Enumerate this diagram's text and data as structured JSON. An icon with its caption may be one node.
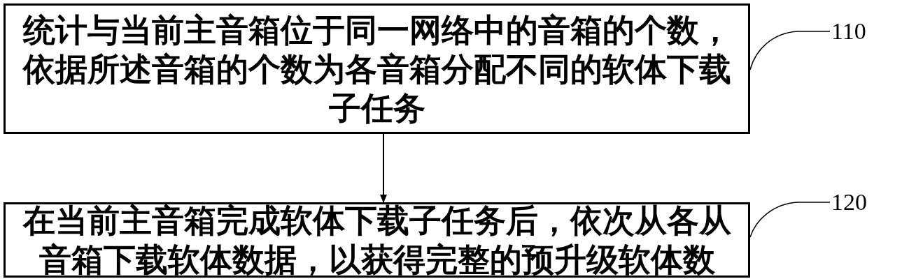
{
  "diagram": {
    "nodes": [
      {
        "text": [
          "统计与当前主音箱位于同一网络中的音箱的个数，依据所述音箱的个数为各音箱分配不同的软体下载子任务"
        ]
      },
      {
        "text": [
          "在当前主音箱完成软体下载子任务后，依次从各从音箱下载软体数据，以获得完整的预升级软体数"
        ]
      },
      {
        "text": [
          "110"
        ]
      },
      {
        "text": [
          "120"
        ]
      }
    ],
    "edges": [
      {
        "from": 0,
        "to": 1,
        "arrow": "to"
      },
      {
        "from": 2,
        "to": 0,
        "arrow": "none"
      },
      {
        "from": 3,
        "to": 1,
        "arrow": "none"
      }
    ]
  }
}
